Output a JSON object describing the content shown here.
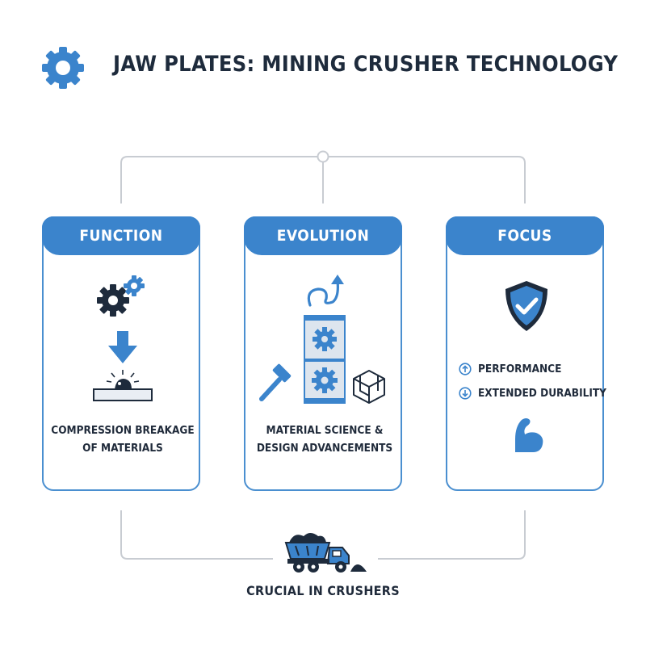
{
  "header": {
    "title": "JAW PLATES: MINING CRUSHER TECHNOLOGY",
    "icon": "gear-icon"
  },
  "cards": [
    {
      "heading": "FUNCTION",
      "caption_lines": [
        "COMPRESSION BREAKAGE",
        "OF MATERIALS"
      ],
      "icons": [
        "gears-icon",
        "down-arrow-icon",
        "rock-crush-icon"
      ]
    },
    {
      "heading": "EVOLUTION",
      "caption_lines": [
        "MATERIAL SCIENCE &",
        "DESIGN ADVANCEMENTS"
      ],
      "icons": [
        "curved-arrow-icon",
        "gear-stack-icon",
        "hammer-icon",
        "cube-icon"
      ]
    },
    {
      "heading": "FOCUS",
      "items": [
        {
          "label": "PERFORMANCE",
          "icon": "up-arrow-circle-icon"
        },
        {
          "label": "EXTENDED DURABILITY",
          "icon": "down-arrow-circle-icon"
        }
      ],
      "icons": [
        "shield-check-icon",
        "flexed-arm-icon"
      ]
    }
  ],
  "footer": {
    "label": "CRUCIAL IN CRUSHERS",
    "icon": "dump-truck-icon"
  },
  "colors": {
    "accent": "#3b84cc",
    "border": "#4a8fd0",
    "dark": "#1e2b3c",
    "connector": "#c8ccd2"
  }
}
